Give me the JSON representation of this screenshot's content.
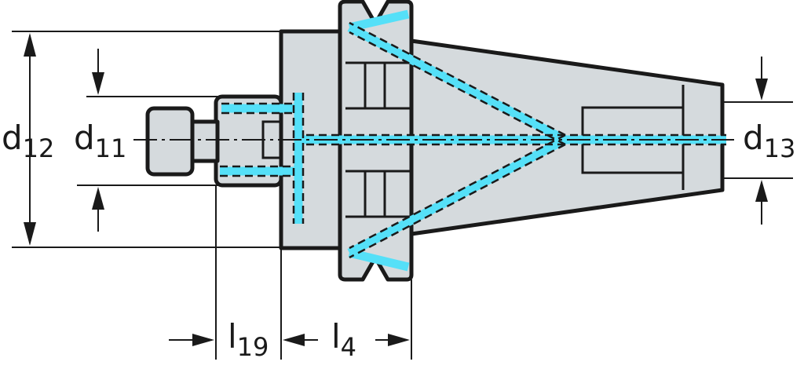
{
  "title": "Tool holder adapter drawing",
  "colors": {
    "body": "#d5dadd",
    "coolant": "#55e0f8",
    "line": "#1a1a1a"
  },
  "labels": {
    "d12": {
      "main": "d",
      "sub": "12"
    },
    "d11": {
      "main": "d",
      "sub": "11"
    },
    "d13": {
      "main": "d",
      "sub": "13"
    },
    "l19": {
      "main": "l",
      "sub": "19"
    },
    "l4": {
      "main": "l",
      "sub": "4"
    }
  }
}
